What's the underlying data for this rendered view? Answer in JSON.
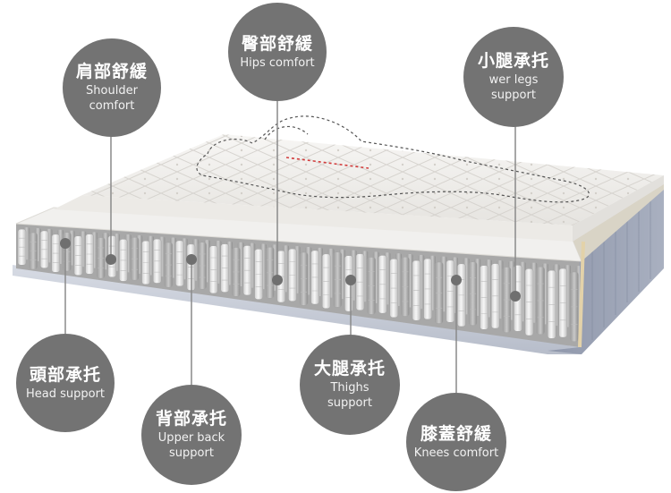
{
  "zones": [
    {
      "id": "shoulder",
      "zh": "肩部舒緩",
      "en": "Shoulder\ncomfort"
    },
    {
      "id": "hips",
      "zh": "臀部舒緩",
      "en": "Hips comfort"
    },
    {
      "id": "lower-legs",
      "zh": "小腿承托",
      "en": "wer legs\nsupport"
    },
    {
      "id": "head",
      "zh": "頭部承托",
      "en": "Head support"
    },
    {
      "id": "upper-back",
      "zh": "背部承托",
      "en": "Upper back\nsupport"
    },
    {
      "id": "thighs",
      "zh": "大腿承托",
      "en": "Thighs\nsupport"
    },
    {
      "id": "knees",
      "zh": "膝蓋舒緩",
      "en": "Knees comfort"
    }
  ],
  "colors": {
    "badge": "#737373",
    "leader_line": "#8a8a8a",
    "base": "#c9ced9",
    "quilt_top": "#f4f3f1",
    "spring": "#e9e9e9"
  }
}
